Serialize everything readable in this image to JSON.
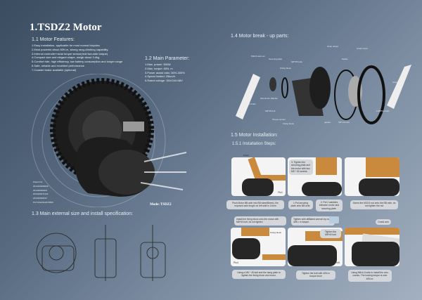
{
  "title": "1.TSDZ2 Motor",
  "features": {
    "heading": "1.1 Motor Features:",
    "items": [
      "1.Easy installation, applicable for most normal bicycles",
      "2.Most powerful about 80N.m, strong rang-climbing capability",
      "3.Internal controller+axial torque sensor(real two-side torque)",
      "4.Compact size and elegant shape, weigh about 3.4kg",
      "5.Comfort ride,   high efficiency, low battery consumption and longer range",
      "6.Safe,   reliable  and  excellent  performance",
      "7.Coaster brake available (optional)"
    ]
  },
  "parameters": {
    "heading": "1.2 Main Parameter:",
    "items": [
      "1.Max. power:  350W",
      "2.Max. torque:  80N. m",
      "3.Power assist ratio:  36%-300%",
      "4.Speed limited:  25km/h",
      "5.Rated voltage:  36V/24V/48V"
    ]
  },
  "patents": {
    "heading": "Patent No.",
    "items": [
      "2014100496628",
      "201420006204",
      "2014100471132",
      "201420006197",
      "PCT/CN2014/072580"
    ]
  },
  "model_label": "Mode: TSDZ2",
  "size_spec": {
    "heading": "1.3 Main external size and install specification:"
  },
  "breakup": {
    "heading": "1.4 Motor break - up parts:",
    "labels": [
      "M33.5 lock nut",
      "Securing plate",
      "M6*45 bolts",
      "Fixing block",
      "chain wheel",
      "Chain cover",
      "Spider",
      "Crank arm",
      "Aluminium Washer",
      "2-M8*14 bolts",
      "M6*45 bolt",
      "Torque sensor",
      "Fixing block",
      "gasket",
      "M5*14 bolts",
      "2-M8*16 bolts"
    ]
  },
  "installation": {
    "heading": "1.5 Motor Installation:",
    "subheading": "1.5.1 Installation Steps:",
    "dim": "11mm",
    "pics": [
      "Pic1",
      "Pic2",
      "Pic3",
      "Pic4",
      "Pic5",
      "Pic6"
    ],
    "callouts": {
      "pic2": "3. Tighten the securing plate and the motor with two M5 * 16 screws.",
      "pic4": "Fixing block",
      "pic5": "Tighten the M8*40 bolt",
      "pic6": "Crank arm"
    },
    "captions": [
      "Push Motor BB axle into BB tube(68mm), the exposed axle length on left side is 11mm",
      "1.Put securing plate onto BB axle.",
      "2. Put 2 washers between motor and securing plate.",
      "Screw the M33.5 nut onto the BB axle, do not tighten the nut",
      "Install the fixing block onto the motor with M8*40 bolt, do not tighten",
      "Tighten with affiliated  wrench by  over 40N • m  torque.",
      "Using a M6 * 45 bolt and the hang plate to tighten the fixing block and motor.",
      "Tighten the bolt with 40N.m torque force",
      "Using M8x14 bolts to install the arm-cranks.  The locking torque is over 40N.m."
    ]
  }
}
